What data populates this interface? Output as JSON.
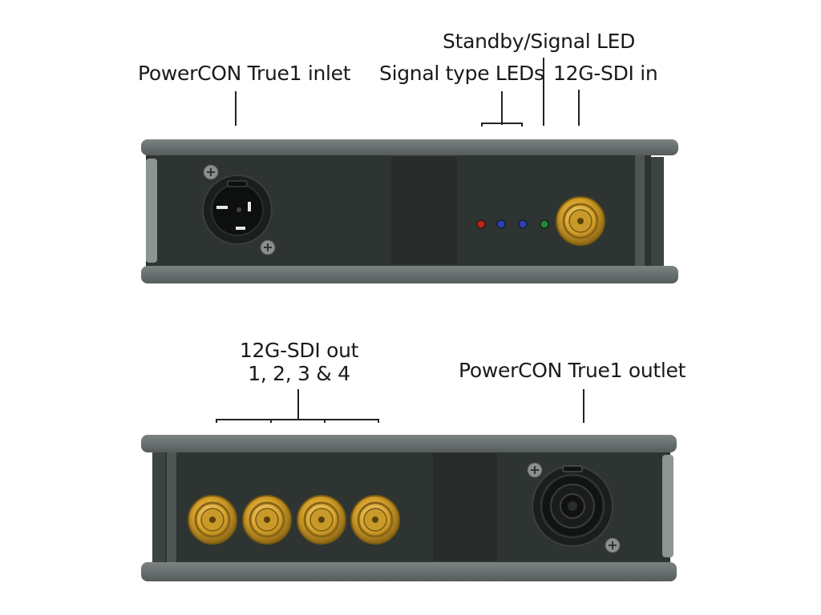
{
  "top_panel": {
    "labels": {
      "powercon_inlet": "PowerCON True1 inlet",
      "standby_led": "Standby/Signal LED",
      "signal_type_leds": "Signal type LEDs",
      "sdi_in": "12G-SDI in"
    },
    "led_colors": [
      "#c0241b",
      "#2b3fb8",
      "#2b3fb8",
      "#1f8a3a"
    ]
  },
  "bottom_panel": {
    "labels": {
      "sdi_out_line1": "12G-SDI out",
      "sdi_out_line2": "1, 2, 3 & 4",
      "powercon_outlet": "PowerCON True1 outlet"
    }
  },
  "colors": {
    "rail": "#6a7070",
    "body": "#2e3432",
    "gold": "#d4a02a"
  }
}
